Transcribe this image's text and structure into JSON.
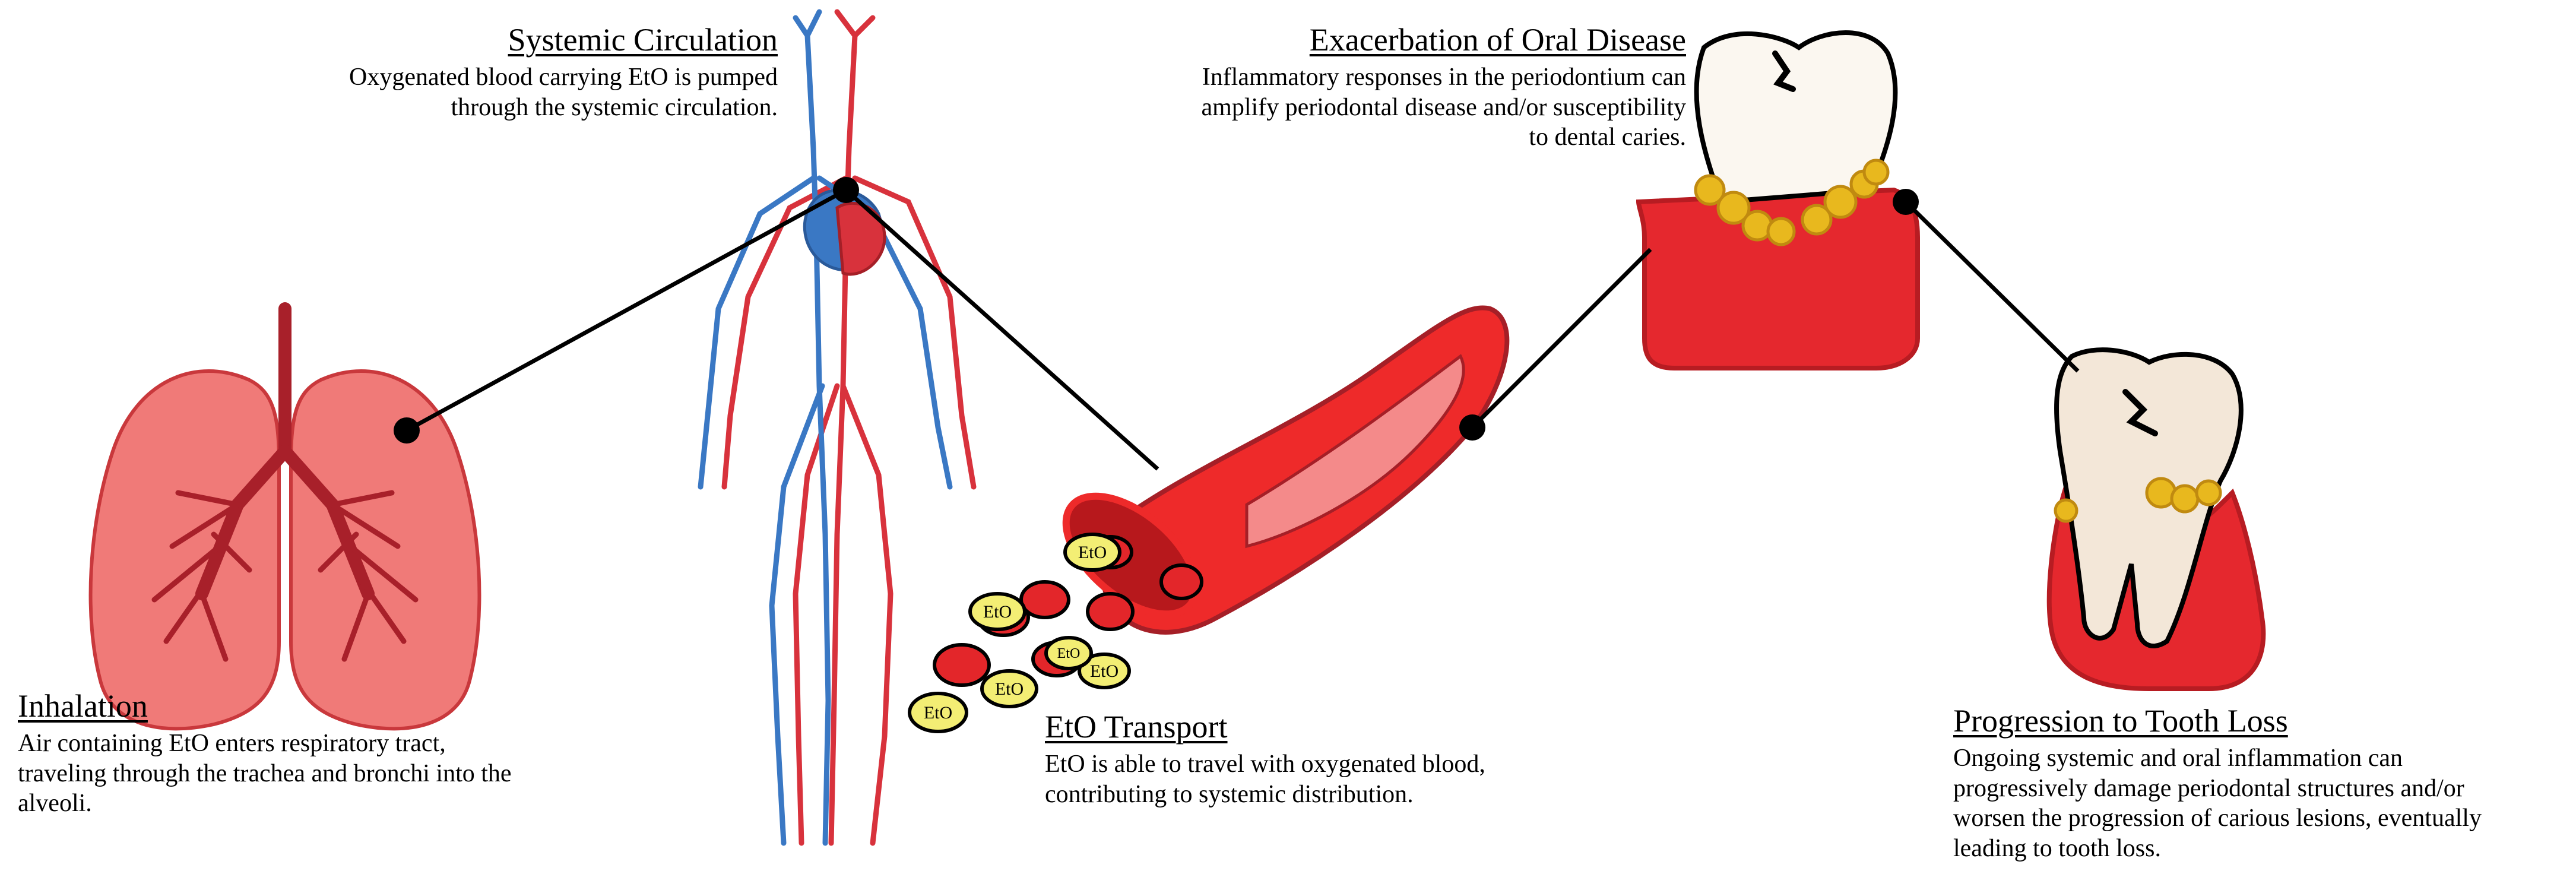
{
  "colors": {
    "lung_fill": "#f07a78",
    "lung_dark": "#a8202a",
    "artery": "#d8323c",
    "vein": "#3a78c4",
    "vessel_red": "#ee2a2a",
    "vessel_inner": "#b7181c",
    "gum": "#e5282e",
    "plaque": "#e8b81e",
    "tooth": "#fbf7f0",
    "eto_tag": "#f3ee74",
    "connector": "#000000"
  },
  "steps": {
    "inhalation": {
      "title": "Inhalation",
      "lines": [
        "Air containing EtO enters respiratory tract,",
        "traveling through the trachea and bronchi into the",
        "alveoli."
      ]
    },
    "circulation": {
      "title": "Systemic Circulation",
      "lines": [
        "Oxygenated blood carrying EtO is pumped",
        "through the systemic circulation."
      ]
    },
    "transport": {
      "title": "EtO Transport",
      "lines": [
        "EtO is able to travel with oxygenated blood,",
        "contributing to systemic distribution."
      ]
    },
    "oral": {
      "title": "Exacerbation of Oral Disease",
      "lines": [
        "Inflammatory responses in the periodontium can",
        "amplify periodontal disease and/or susceptibility",
        "to dental caries."
      ]
    },
    "toothloss": {
      "title": "Progression to Tooth Loss",
      "lines": [
        "Ongoing systemic and oral inflammation can",
        "progressively damage periodontal structures and/or",
        "worsen the progression of carious lesions, eventually",
        "leading to tooth loss."
      ]
    }
  },
  "eto_label": "EtO",
  "icons": [
    "lungs-illustration",
    "circulatory-system-illustration",
    "blood-vessel-illustration",
    "inflamed-tooth-illustration",
    "tooth-loss-illustration"
  ]
}
